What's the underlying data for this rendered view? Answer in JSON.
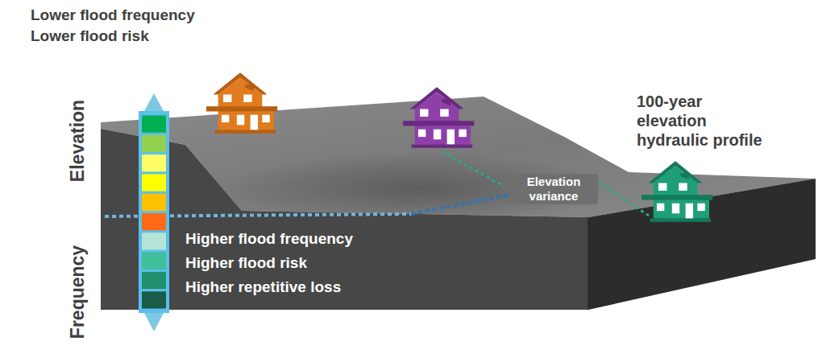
{
  "diagram": {
    "labels": [
      "Lower flood frequency",
      "Lower flood risk",
      "Elevation",
      "Frequency",
      "Higher flood frequency",
      "Higher flood risk",
      "Higher repetitive loss",
      "Elevation variance",
      "100-year elevation hydraulic profile"
    ]
  }
}
